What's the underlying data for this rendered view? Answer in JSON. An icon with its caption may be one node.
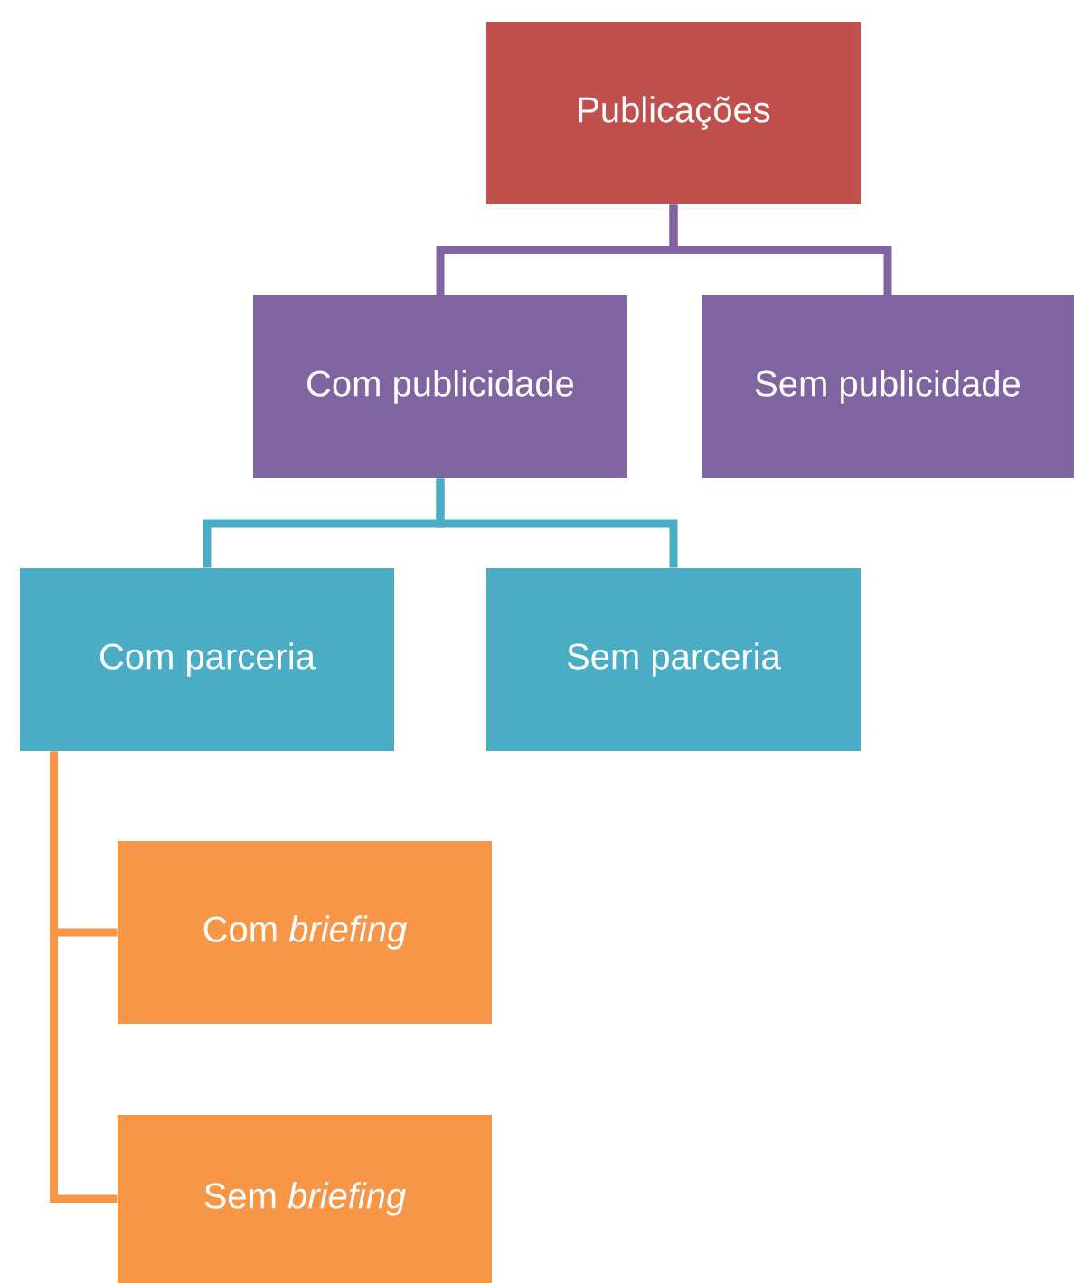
{
  "diagram": {
    "nodes": [
      {
        "text": [
          "Publicações"
        ]
      },
      {
        "text": [
          "Com publicidade"
        ]
      },
      {
        "text": [
          "Sem publicidade"
        ]
      },
      {
        "text": [
          "Com parceria"
        ]
      },
      {
        "text": [
          "Sem parceria"
        ]
      },
      {
        "text": [
          "Com *briefing*"
        ]
      },
      {
        "text": [
          "Sem *briefing*"
        ]
      }
    ],
    "edges": [
      {
        "from": 0,
        "to": 1,
        "arrow": "none",
        "color": "#8064a2"
      },
      {
        "from": 0,
        "to": 2,
        "arrow": "none",
        "color": "#8064a2"
      },
      {
        "from": 1,
        "to": 3,
        "arrow": "none",
        "color": "#4bacc6"
      },
      {
        "from": 1,
        "to": 4,
        "arrow": "none",
        "color": "#4bacc6"
      },
      {
        "from": 3,
        "to": 5,
        "arrow": "none",
        "color": "#f79646"
      },
      {
        "from": 3,
        "to": 6,
        "arrow": "none",
        "color": "#f79646"
      }
    ]
  }
}
